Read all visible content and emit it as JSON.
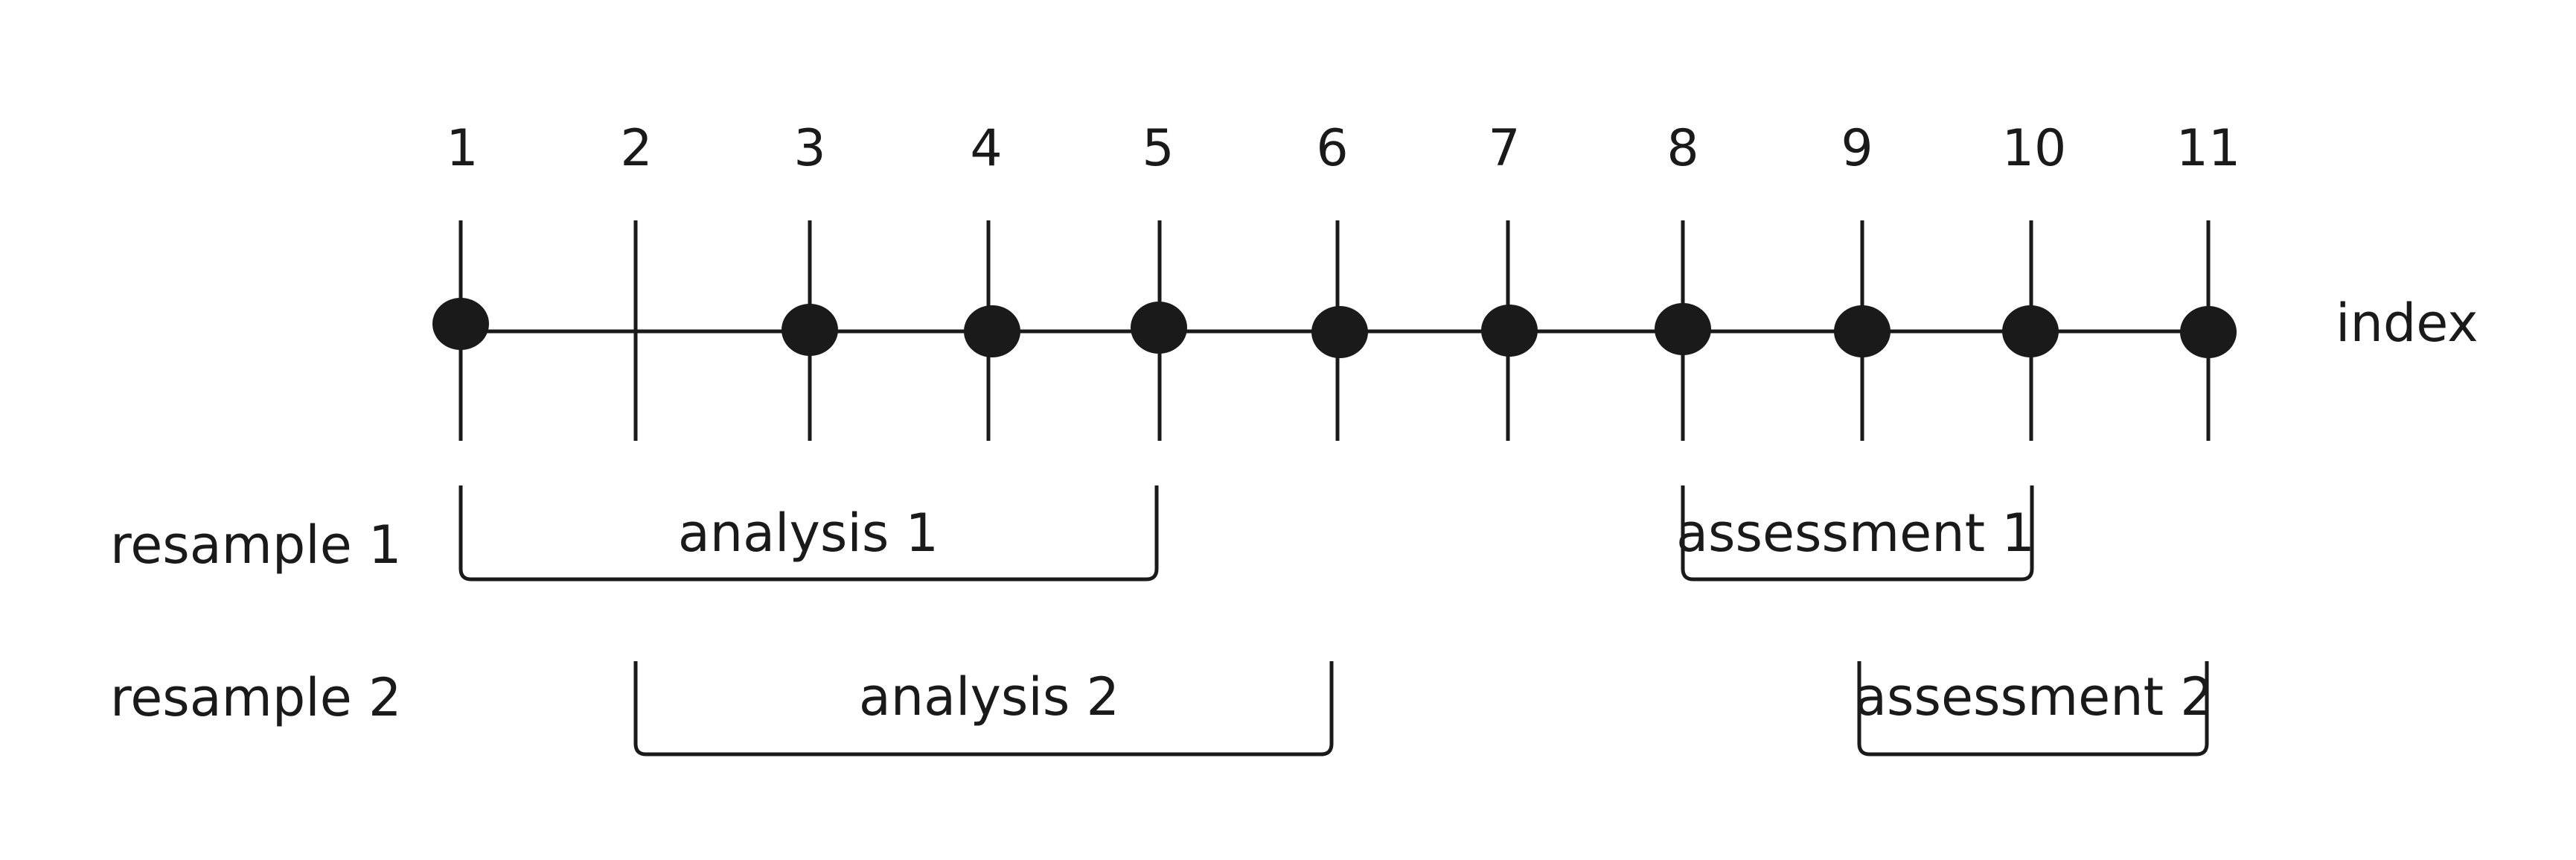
{
  "axis": {
    "label": "index",
    "ticks": [
      "1",
      "2",
      "3",
      "4",
      "5",
      "6",
      "7",
      "8",
      "9",
      "10",
      "11"
    ],
    "points_present": [
      true,
      false,
      true,
      true,
      true,
      true,
      true,
      true,
      true,
      true,
      true
    ]
  },
  "resamples": [
    {
      "label": "resample 1",
      "analysis": {
        "label": "analysis 1",
        "from": 1,
        "to": 5
      },
      "assessment": {
        "label": "assessment 1",
        "from": 8,
        "to": 10
      }
    },
    {
      "label": "resample 2",
      "analysis": {
        "label": "analysis 2",
        "from": 2,
        "to": 6
      },
      "assessment": {
        "label": "assessment 2",
        "from": 9,
        "to": 11
      }
    }
  ],
  "colors": {
    "ink": "#1a1a1a",
    "background": "#ffffff"
  }
}
